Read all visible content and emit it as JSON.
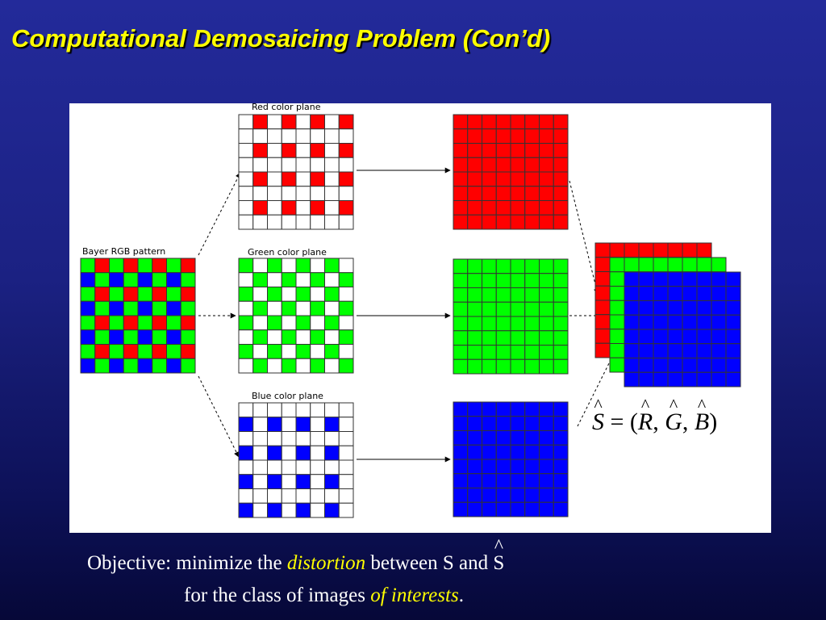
{
  "title": "Computational Demosaicing Problem (Con’d)",
  "labels": {
    "bayer": "Bayer RGB pattern",
    "red": "Red color plane",
    "green": "Green color plane",
    "blue": "Blue color plane"
  },
  "colors": {
    "red": "#ff0000",
    "green": "#00ff00",
    "blue": "#0000ff",
    "empty": "#ffffff",
    "grid": "#333333"
  },
  "formula": {
    "lhs": "S",
    "eq": "=",
    "open": "(",
    "r": "R",
    "g": "G",
    "b": "B",
    "comma": ",",
    "close": ")"
  },
  "caption": {
    "line1_a": "Objective: minimize the ",
    "line1_em": "distortion",
    "line1_b": " between S and ",
    "line1_s": "S",
    "line2_a": "for the class of images ",
    "line2_em": "of interests",
    "line2_b": "."
  }
}
